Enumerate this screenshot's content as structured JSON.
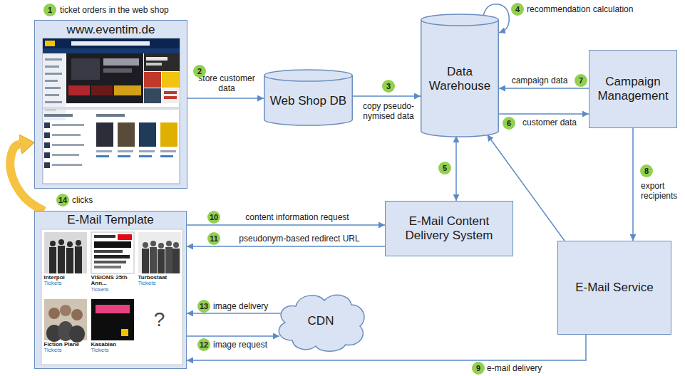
{
  "diagram": {
    "nodes": [
      {
        "text": [
          "www.eventim.de"
        ]
      },
      {
        "text": [
          "Web Shop DB"
        ]
      },
      {
        "text": [
          "Data Warehouse"
        ]
      },
      {
        "text": [
          "Campaign Management"
        ]
      },
      {
        "text": [
          "E-Mail Content Delivery System"
        ]
      },
      {
        "text": [
          "E-Mail Template"
        ]
      },
      {
        "text": [
          "Interpol",
          "Tickets"
        ],
        "in": 5
      },
      {
        "text": [
          "VISIONS 25th Ann...",
          "Tickets"
        ],
        "in": 5
      },
      {
        "text": [
          "Turbostaat",
          "Tickets"
        ],
        "in": 5
      },
      {
        "text": [
          "Fiction Plane",
          "Tickets"
        ],
        "in": 5
      },
      {
        "text": [
          "Kasabian",
          "Tickets"
        ],
        "in": 5
      },
      {
        "text": [
          "?"
        ],
        "in": 5
      },
      {
        "text": [
          "E-Mail Service"
        ]
      },
      {
        "text": [
          "CDN"
        ]
      }
    ],
    "edges": [
      {
        "from": 0,
        "to": 1,
        "arrow": "to",
        "label": "store customer data"
      },
      {
        "from": 1,
        "to": 2,
        "arrow": "to",
        "label": "copy pseudo- nymised data"
      },
      {
        "from": 2,
        "to": 2,
        "arrow": "to",
        "label": "recommendation calculation"
      },
      {
        "from": 3,
        "to": 2,
        "arrow": "to",
        "label": "campaign data"
      },
      {
        "from": 2,
        "to": 3,
        "arrow": "to",
        "label": "customer data"
      },
      {
        "from": 2,
        "to": 4,
        "arrow": "both"
      },
      {
        "from": 3,
        "to": 12,
        "arrow": "to",
        "label": "export recipients"
      },
      {
        "from": 12,
        "to": 5,
        "arrow": "to",
        "label": "e-mail delivery"
      },
      {
        "from": 12,
        "to": 2,
        "arrow": "to"
      },
      {
        "from": 5,
        "to": 4,
        "arrow": "to",
        "label": "content information request"
      },
      {
        "from": 4,
        "to": 5,
        "arrow": "to",
        "label": "pseudonym-based redirect URL"
      },
      {
        "from": 5,
        "to": 13,
        "arrow": "to",
        "label": "image request"
      },
      {
        "from": 13,
        "to": 5,
        "arrow": "to",
        "label": "image delivery"
      },
      {
        "from": 5,
        "to": 0,
        "arrow": "to",
        "label": "clicks"
      }
    ],
    "labels": [
      "1",
      "ticket orders in the web shop",
      "2",
      "3",
      "4",
      "5",
      "6",
      "7",
      "8",
      "9",
      "10",
      "11",
      "12",
      "13",
      "14"
    ]
  }
}
